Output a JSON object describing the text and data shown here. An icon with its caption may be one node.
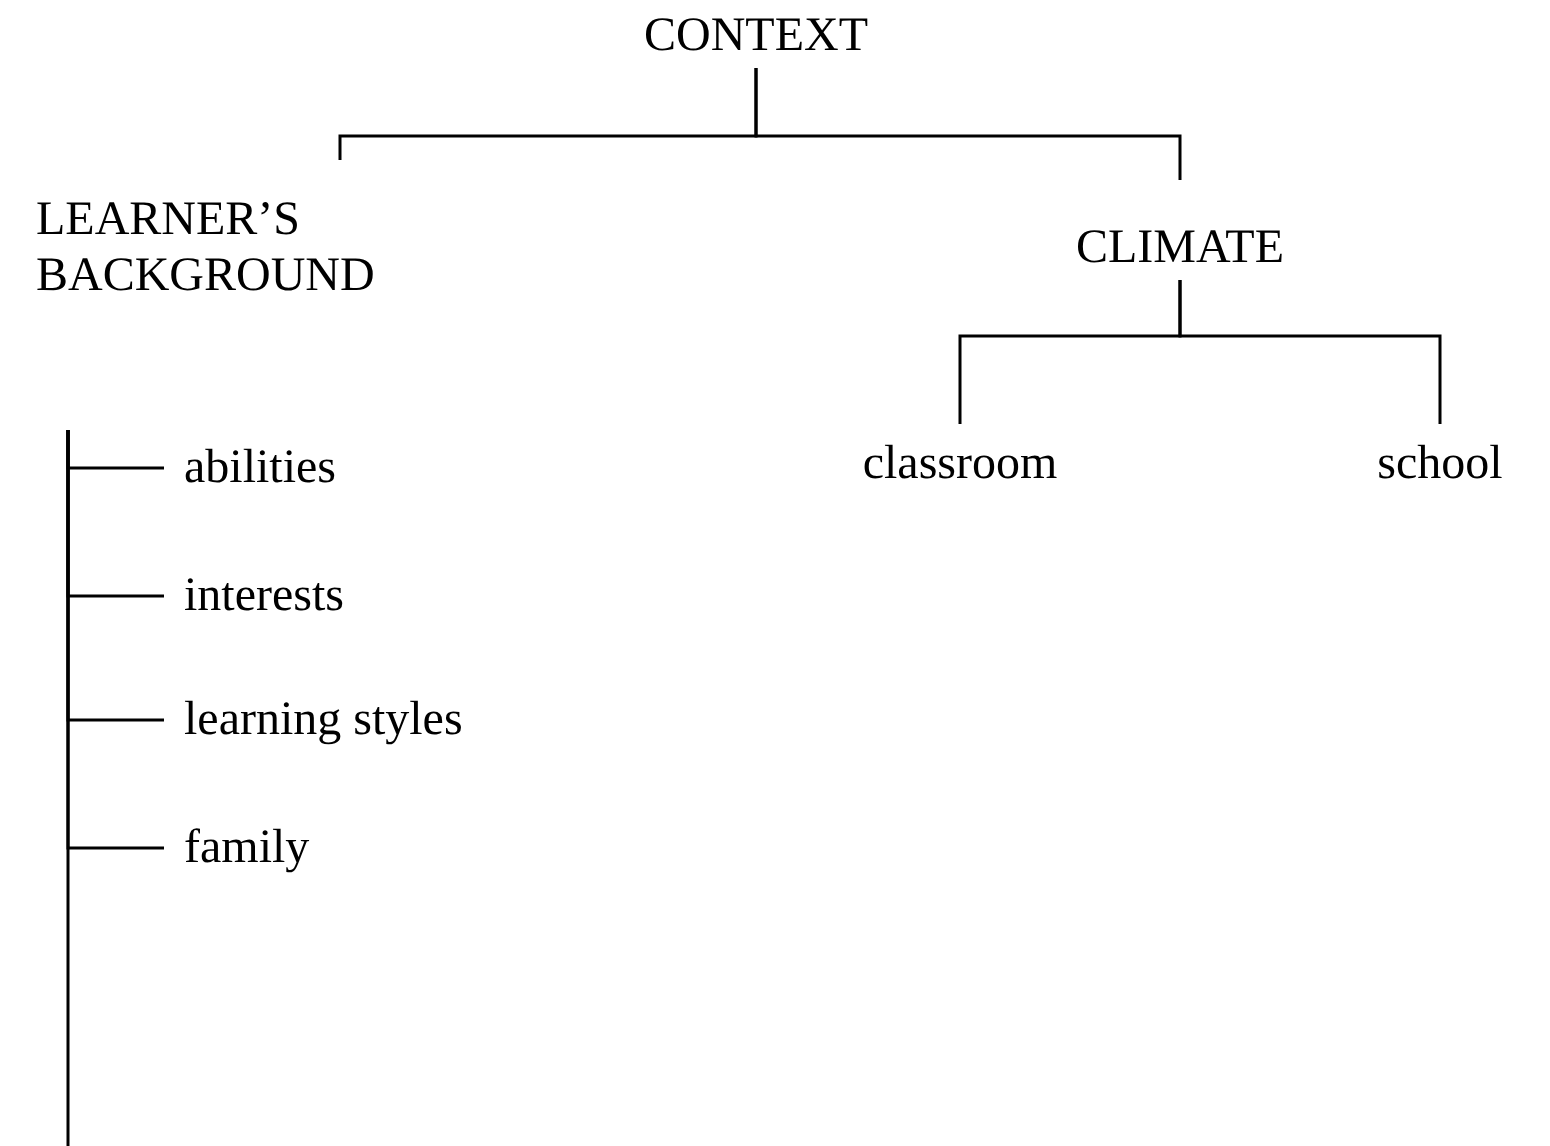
{
  "diagram": {
    "nodes": [
      {
        "text": [
          "CONTEXT"
        ]
      },
      {
        "text": [
          "LEARNER’S BACKGROUND"
        ]
      },
      {
        "text": [
          "CLIMATE"
        ]
      },
      {
        "text": [
          "classroom"
        ]
      },
      {
        "text": [
          "school"
        ]
      },
      {
        "text": [
          "abilities"
        ]
      },
      {
        "text": [
          "interests"
        ]
      },
      {
        "text": [
          "learning styles"
        ]
      },
      {
        "text": [
          "family"
        ]
      }
    ],
    "edges": [
      {
        "from": 0,
        "to": 1,
        "arrow": "none"
      },
      {
        "from": 0,
        "to": 2,
        "arrow": "none"
      },
      {
        "from": 2,
        "to": 3,
        "arrow": "none"
      },
      {
        "from": 2,
        "to": 4,
        "arrow": "none"
      },
      {
        "from": null,
        "to": 5,
        "arrow": "none"
      },
      {
        "from": null,
        "to": 6,
        "arrow": "none"
      },
      {
        "from": null,
        "to": 7,
        "arrow": "none"
      },
      {
        "from": null,
        "to": 8,
        "arrow": "none"
      }
    ]
  }
}
